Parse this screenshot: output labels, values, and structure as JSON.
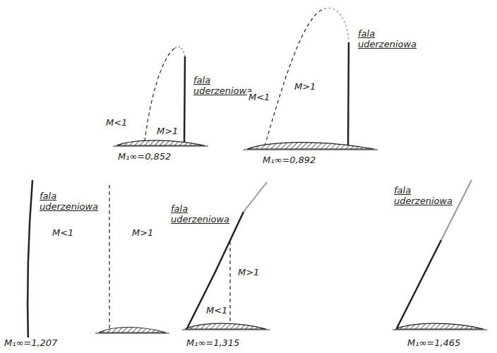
{
  "diagram": {
    "labels": [
      "M<1",
      "M>1",
      "fala uderzeniowa",
      "M₁∞=0,852",
      "fala uderzeniowa",
      "M<1",
      "M>1",
      "M₁∞=0,892",
      "fala uderzeniowa",
      "M<1",
      "M>1",
      "M₁∞=1,207",
      "fala uderzeniowa",
      "M>1",
      "M<1",
      "M₁∞=1,315",
      "fala uderzeniowa",
      "M₁∞=1,465"
    ]
  }
}
